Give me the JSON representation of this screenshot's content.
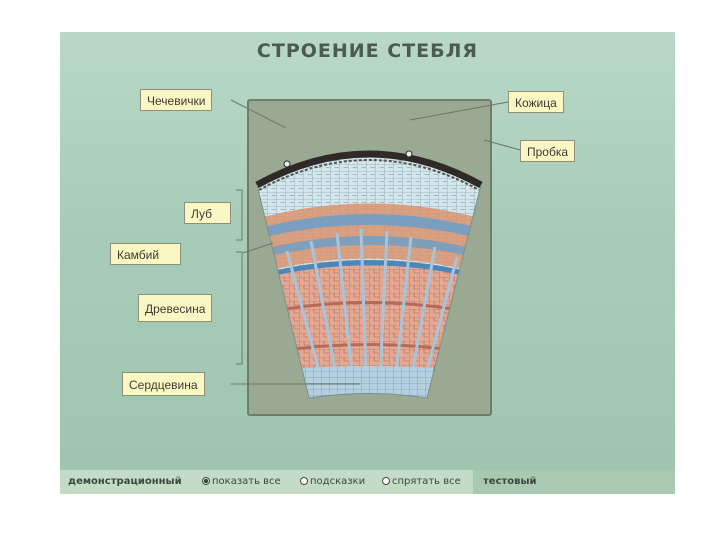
{
  "title": "СТРОЕНИЕ  СТЕБЛЯ",
  "labels": {
    "chechevichki": "Чечевички",
    "kozhitsa": "Кожица",
    "probka": "Пробка",
    "lub": "Луб",
    "kambiy": "Камбий",
    "drevesina": "Древесина",
    "serdtsevina": "Сердцевина"
  },
  "controls": {
    "demo_mode": "демонстрационный",
    "show_all": "показать все",
    "hints": "подсказки",
    "hide_all": "спрятать все",
    "test_mode": "тестовый",
    "selected": "show_all"
  },
  "colors": {
    "cork": "#2f2a27",
    "bark_cells": "#cfe3ea",
    "bast_blue": "#6f9fc6",
    "wood": "#e2a38e",
    "wood_dark": "#c97a63",
    "rays": "#a9c6dc",
    "pith": "#a9c9dd"
  }
}
